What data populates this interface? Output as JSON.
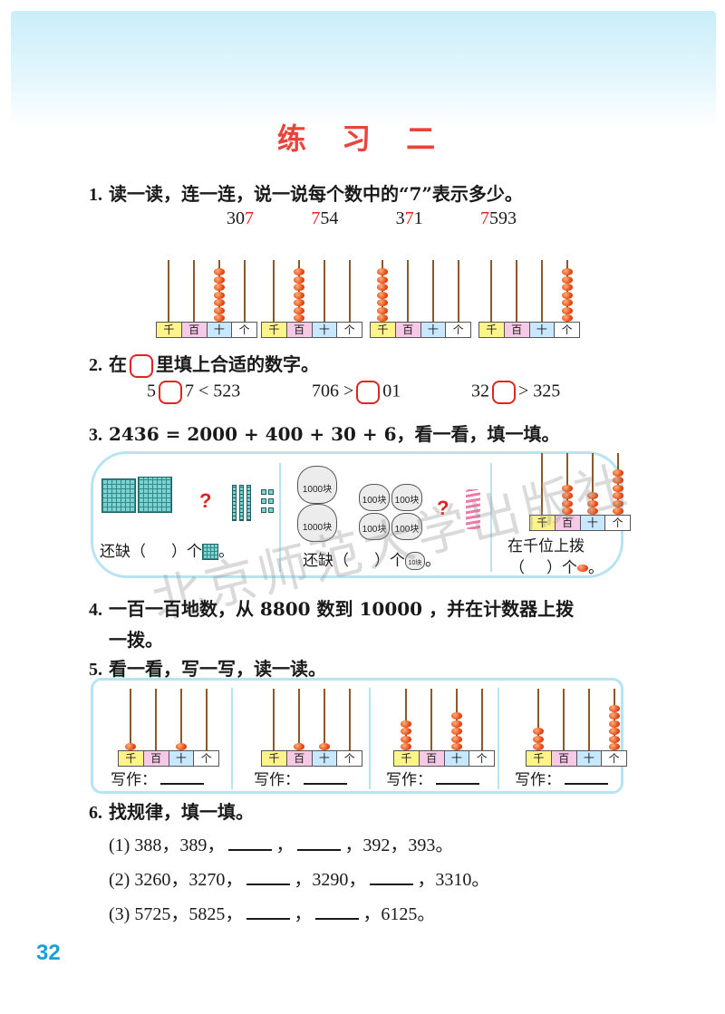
{
  "title": "练 习 二",
  "page_number": "32",
  "watermark": "北京师范大学出版社",
  "place_labels": [
    "千",
    "百",
    "十",
    "个"
  ],
  "q1": {
    "num": "1.",
    "text": "读一读，连一连，说一说每个数中的“7”表示多少。",
    "numbers": [
      {
        "pre": "30",
        "seven": "7",
        "post": ""
      },
      {
        "pre": "",
        "seven": "7",
        "post": "54"
      },
      {
        "pre": "3",
        "seven": "7",
        "post": "1"
      },
      {
        "pre": "",
        "seven": "7",
        "post": "593"
      }
    ],
    "abaci": [
      [
        0,
        0,
        7,
        0
      ],
      [
        0,
        7,
        0,
        0
      ],
      [
        7,
        0,
        0,
        0
      ],
      [
        0,
        0,
        0,
        7
      ]
    ]
  },
  "q2": {
    "num": "2.",
    "text_a": "在",
    "text_b": "里填上合适的数字。",
    "items": [
      {
        "a": "5",
        "b": "7 < 523"
      },
      {
        "a": "706 >",
        "b": "01"
      },
      {
        "a": "32",
        "b": "> 325"
      }
    ]
  },
  "q3": {
    "num": "3.",
    "text": "2436 = 2000 + 400 + 30 + 6，看一看，填一填。",
    "qmark": "?",
    "bag_big": "1000块",
    "bag_small": "100块",
    "bag_tiny": "10块",
    "cap1_a": "还缺（",
    "cap1_b": "）个",
    "cap2_a": "还缺（",
    "cap2_b": "）个",
    "cap3_line1": "在千位上拨",
    "cap3_a": "（",
    "cap3_b": "）个",
    "period": "。",
    "abacus": [
      0,
      4,
      3,
      6
    ]
  },
  "q4": {
    "num": "4.",
    "line1": "一百一百地数，从 8800 数到 10000 ，并在计数器上拨",
    "line2": "一拨。"
  },
  "q5": {
    "num": "5.",
    "text": "看一看，写一写，读一读。",
    "write_label": "写作：",
    "abaci": [
      [
        1,
        0,
        1,
        0
      ],
      [
        0,
        1,
        1,
        0
      ],
      [
        4,
        0,
        5,
        0
      ],
      [
        3,
        0,
        0,
        6
      ]
    ]
  },
  "q6": {
    "num": "6.",
    "text": "找规律，填一填。",
    "rows": [
      {
        "label": "(1)",
        "parts": [
          "388，389，",
          "，",
          "，392，393。"
        ]
      },
      {
        "label": "(2)",
        "parts": [
          "3260，3270，",
          "，3290，",
          "，3310。"
        ]
      },
      {
        "label": "(3)",
        "parts": [
          "5725，5825，",
          "，",
          "，6125。"
        ]
      }
    ]
  }
}
